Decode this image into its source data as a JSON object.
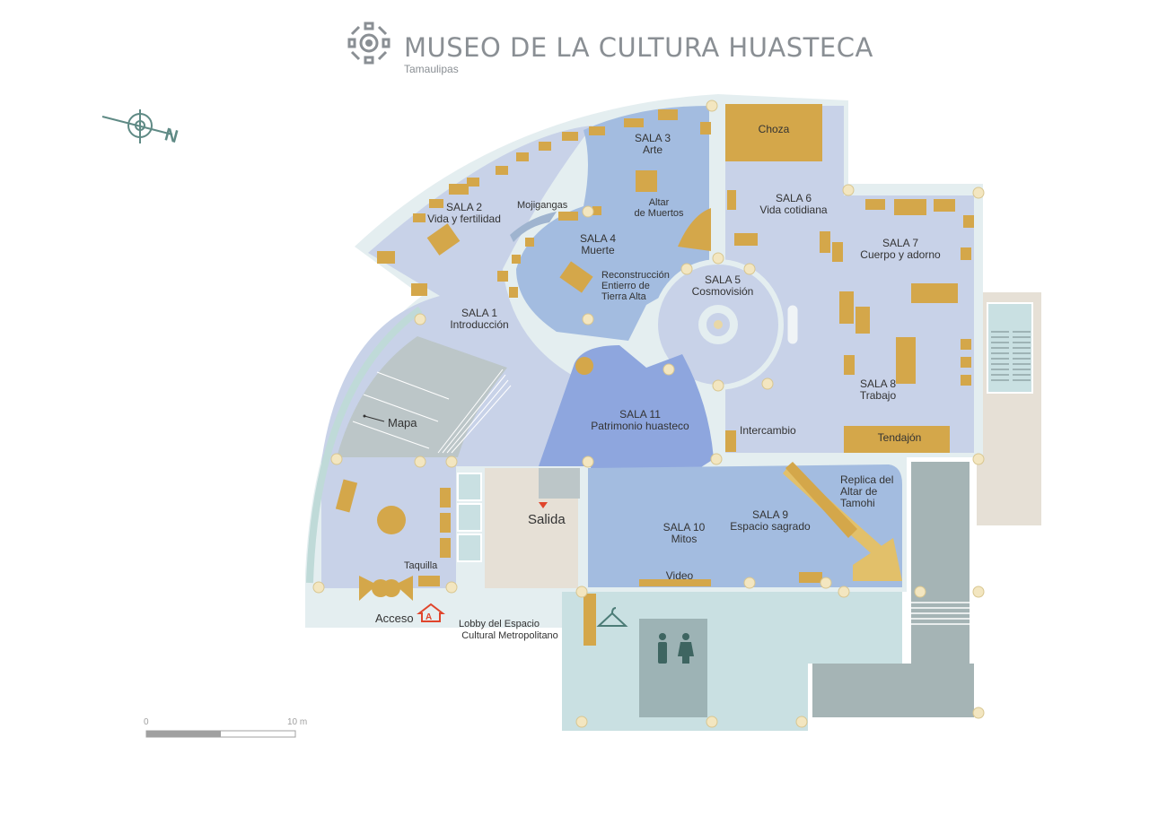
{
  "header": {
    "title": "MUSEO DE LA CULTURA HUASTECA",
    "subtitle": "Tamaulipas",
    "logo_icon": "huastec-glyph-icon"
  },
  "compass": {
    "label": "N",
    "icon": "compass-rose-icon"
  },
  "scale": {
    "start": "0",
    "end": "10 m"
  },
  "rooms": {
    "sala1": {
      "code": "SALA 1",
      "name": "Introducción"
    },
    "sala2": {
      "code": "SALA 2",
      "name": "Vida y fertilidad"
    },
    "sala3": {
      "code": "SALA 3",
      "name": "Arte"
    },
    "sala4": {
      "code": "SALA 4",
      "name": "Muerte"
    },
    "sala5": {
      "code": "SALA 5",
      "name": "Cosmovisión"
    },
    "sala6": {
      "code": "SALA 6",
      "name": "Vida cotidiana"
    },
    "sala7": {
      "code": "SALA 7",
      "name": "Cuerpo y adorno"
    },
    "sala8": {
      "code": "SALA 8",
      "name": "Trabajo"
    },
    "sala9": {
      "code": "SALA 9",
      "name": "Espacio sagrado"
    },
    "sala10": {
      "code": "SALA 10",
      "name": "Mitos"
    },
    "sala11": {
      "code": "SALA 11",
      "name": "Patrimonio huasteco"
    }
  },
  "labels": {
    "choza": "Choza",
    "tendajon": "Tendajón",
    "mojigangas": "Mojigangas",
    "altar_line1": "Altar",
    "altar_line2": "de Muertos",
    "recon_line1": "Reconstrucción",
    "recon_line2": "Entierro de",
    "recon_line3": "Tierra Alta",
    "intercambio": "Intercambio",
    "replica_line1": "Replica del",
    "replica_line2": "Altar de",
    "replica_line3": "Tamohi",
    "video": "Video",
    "mapa": "Mapa",
    "salida": "Salida",
    "taquilla": "Taquilla",
    "acceso": "Acceso",
    "acceso_badge": "A",
    "lobby_line1": "Lobby del Espacio",
    "lobby_line2": "Cultural Metropolitano"
  },
  "icons": {
    "cloakroom": "coat-hanger-icon",
    "restroom_man": "man-restroom-icon",
    "restroom_woman": "woman-restroom-icon",
    "exit": "exit-arrow-icon",
    "access": "access-marker-icon"
  },
  "colors": {
    "room_light": "#c8d2e8",
    "room_mid": "#a3bce0",
    "room_dark": "#8ea6de",
    "wall": "#e4eef0",
    "furniture": "#d4a74a",
    "service": "#c9e0e2",
    "lobby": "#e6e0d6",
    "accent_red": "#e0452c",
    "text": "#333333",
    "title": "#8a8f94"
  }
}
